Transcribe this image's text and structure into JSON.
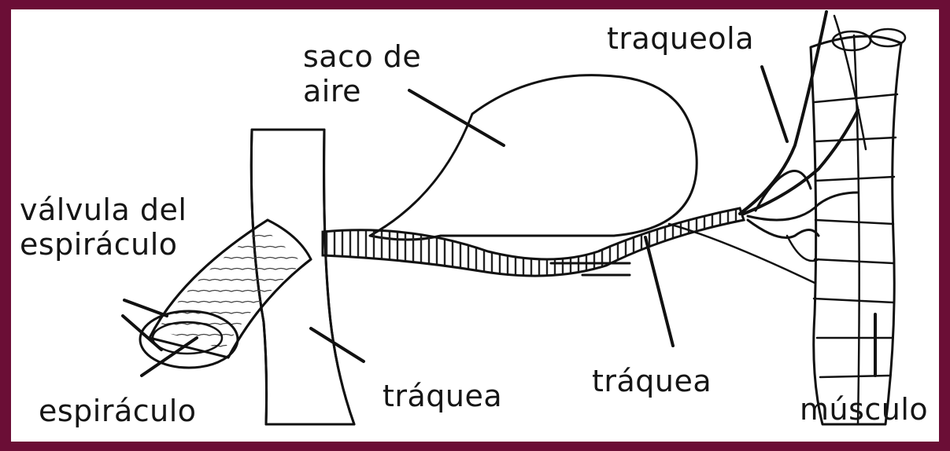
{
  "colors": {
    "frame": "#6b0e36",
    "background": "#ffffff",
    "ink": "#111111"
  },
  "labels": {
    "saco_de_aire_line1": "saco de",
    "saco_de_aire_line2": "aire",
    "traqueola": "traqueola",
    "valvula_line1": "válvula del",
    "valvula_line2": "espiráculo",
    "espiraculo": "espiráculo",
    "traquea_left": "tráquea",
    "traquea_right": "tráquea",
    "musculo": "músculo"
  }
}
